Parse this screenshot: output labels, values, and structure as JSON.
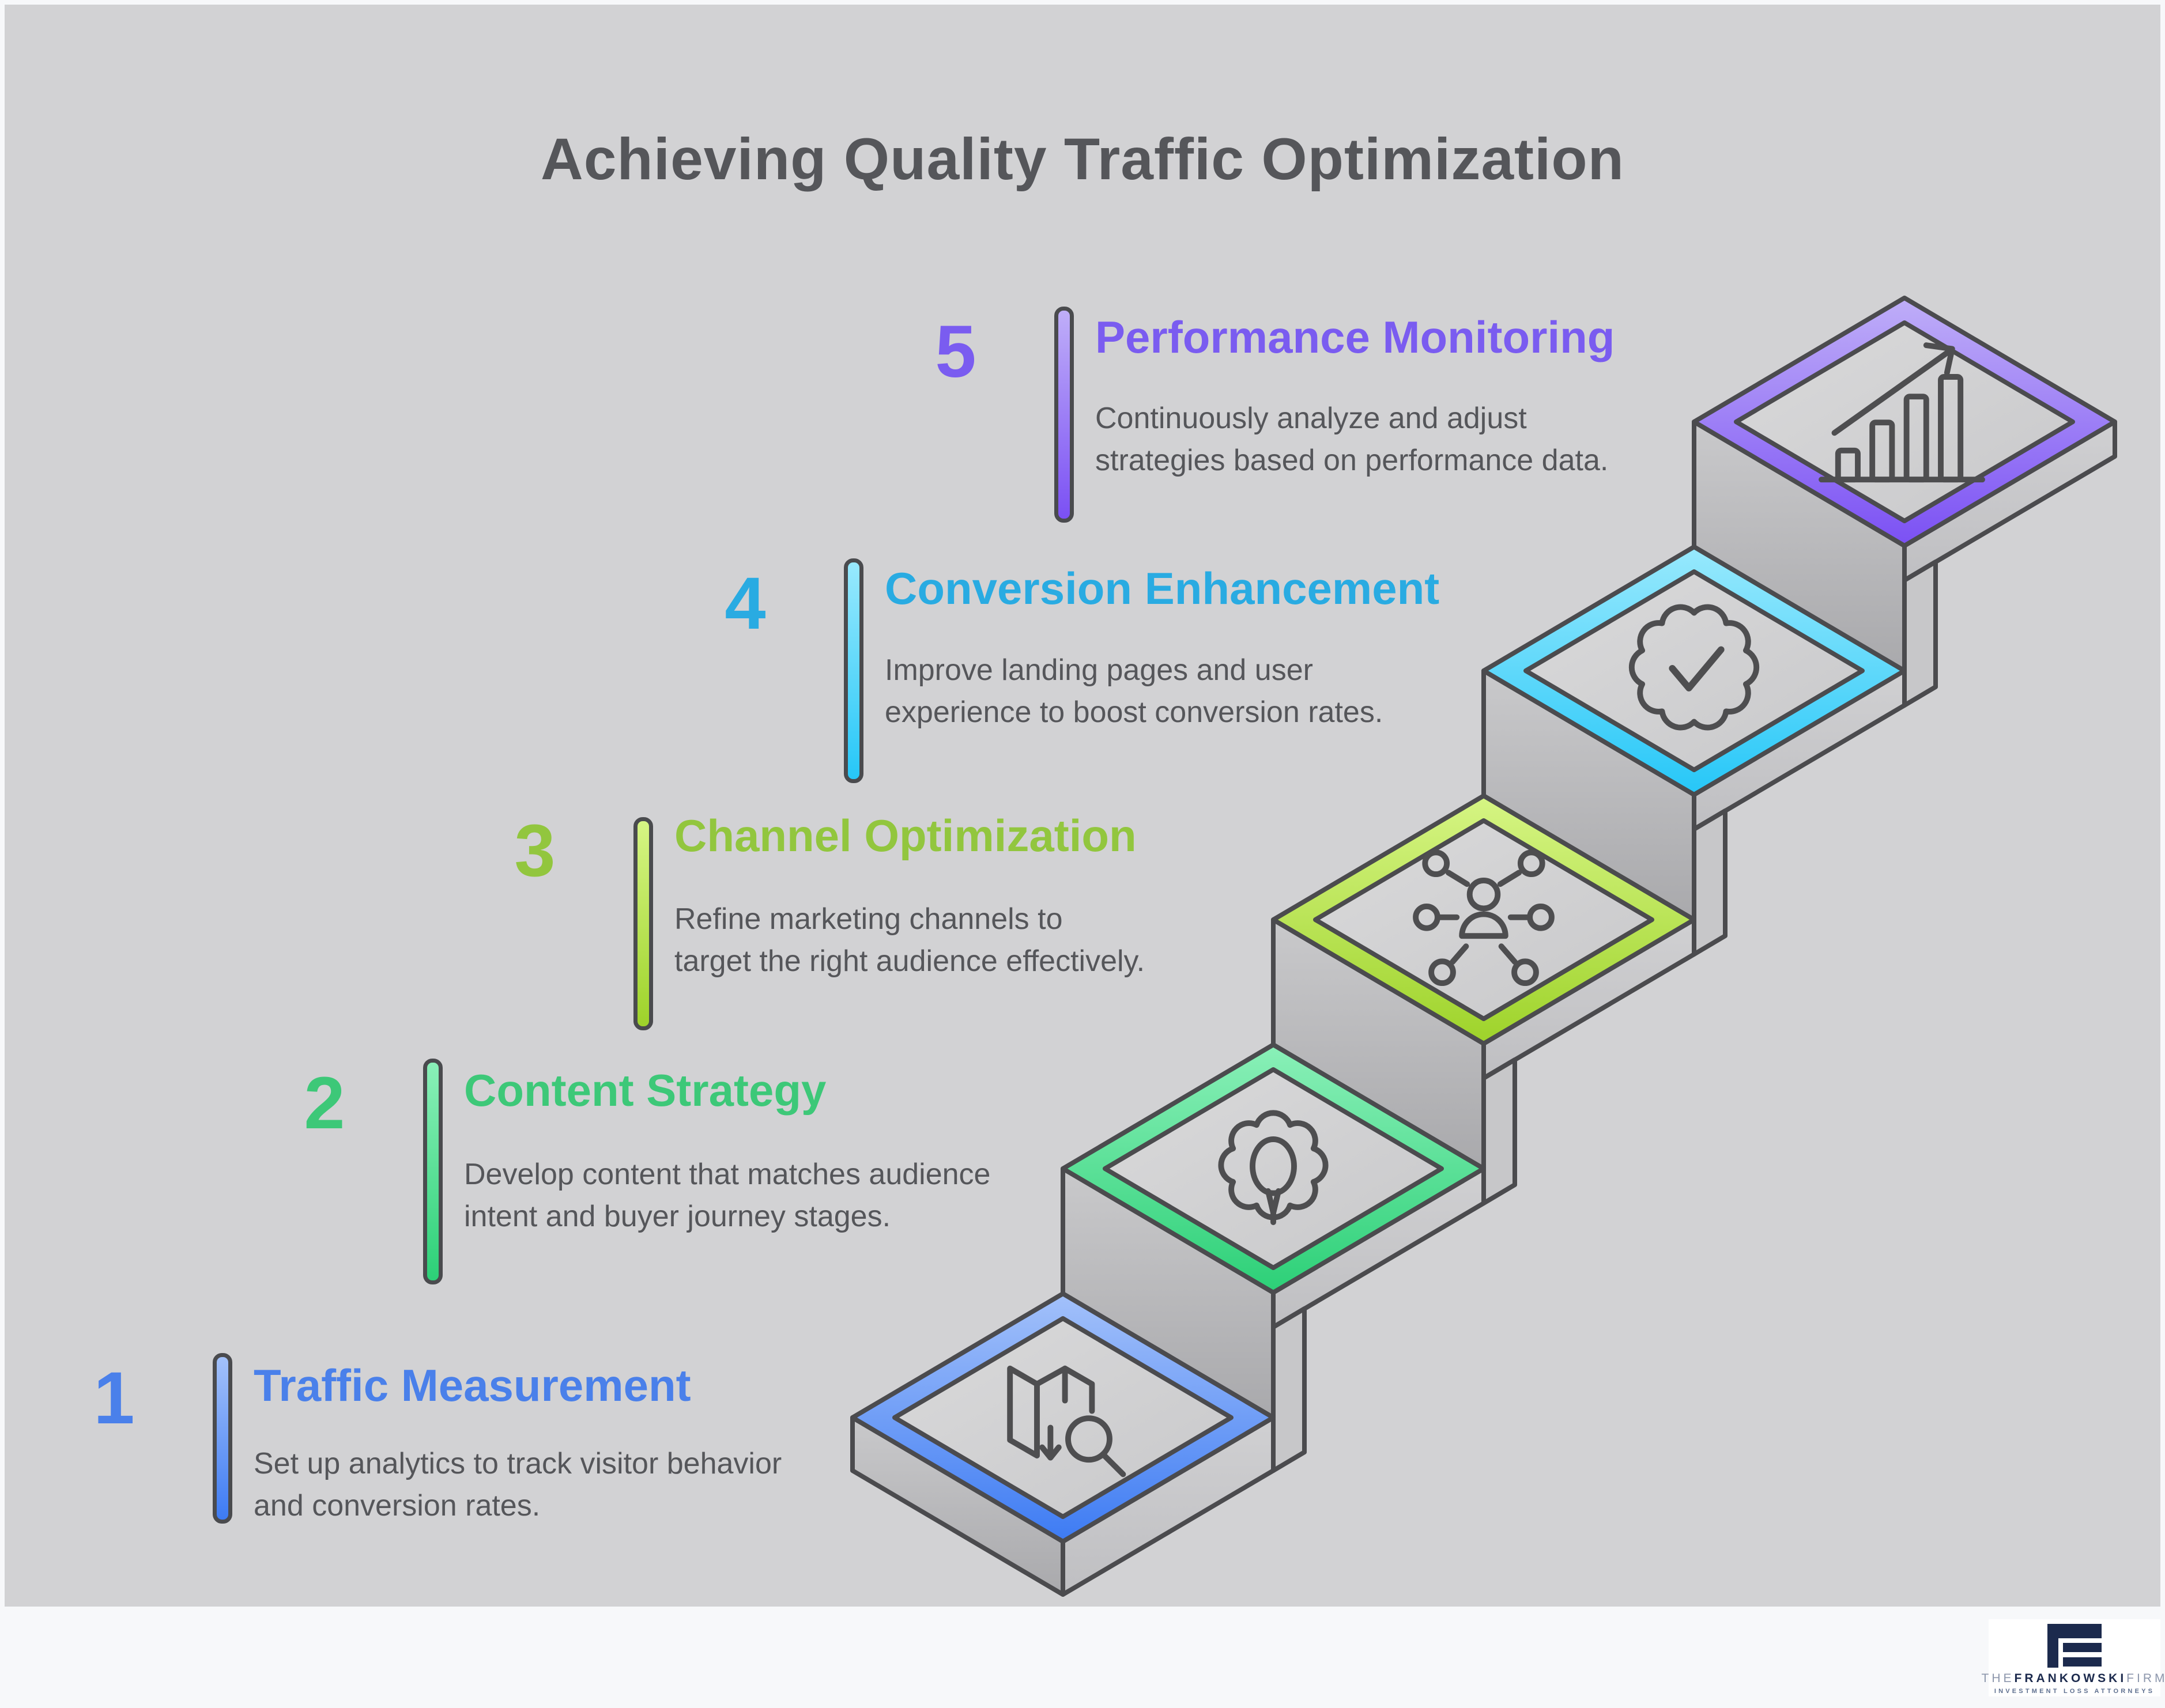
{
  "page_title": "Achieving Quality Traffic Optimization",
  "steps": [
    {
      "num": "1",
      "title": "Traffic Measurement",
      "desc": "Set up analytics to track visitor behavior and conversion rates.",
      "color": "#4A80EA",
      "grad_top": "#A3C1FA",
      "grad_bottom": "#3D7BF3",
      "icon": "map-search-icon"
    },
    {
      "num": "2",
      "title": "Content Strategy",
      "desc": "Develop content that matches audience intent and buyer journey stages.",
      "color": "#3DC878",
      "grad_top": "#8AF0B8",
      "grad_bottom": "#2CD077",
      "icon": "gear-lightbulb-icon"
    },
    {
      "num": "3",
      "title": "Channel Optimization",
      "desc": "Refine marketing channels to target the right audience effectively.",
      "color": "#92C63E",
      "grad_top": "#D6F584",
      "grad_bottom": "#9ED32A",
      "icon": "audience-network-icon"
    },
    {
      "num": "4",
      "title": "Conversion Enhancement",
      "desc": "Improve landing pages and user experience to boost conversion rates.",
      "color": "#29ABE2",
      "grad_top": "#98E9FD",
      "grad_bottom": "#26C7F8",
      "icon": "verified-badge-icon"
    },
    {
      "num": "5",
      "title": "Performance Monitoring",
      "desc": "Continuously analyze and adjust strategies based on performance data.",
      "color": "#7A5CF0",
      "grad_top": "#BFAEF8",
      "grad_bottom": "#7B50F4",
      "icon": "growth-chart-icon"
    }
  ],
  "logo": {
    "the": "THE",
    "name": "FRANKOWSKI",
    "firm": "FIRM",
    "tagline": "INVESTMENT LOSS ATTORNEYS"
  },
  "colors": {
    "canvas_background": "#D2D2D4",
    "frame": "#F7F8FA",
    "outline": "#4B4B4E",
    "text": "#55565A",
    "logo_navy": "#1C2A4D"
  }
}
